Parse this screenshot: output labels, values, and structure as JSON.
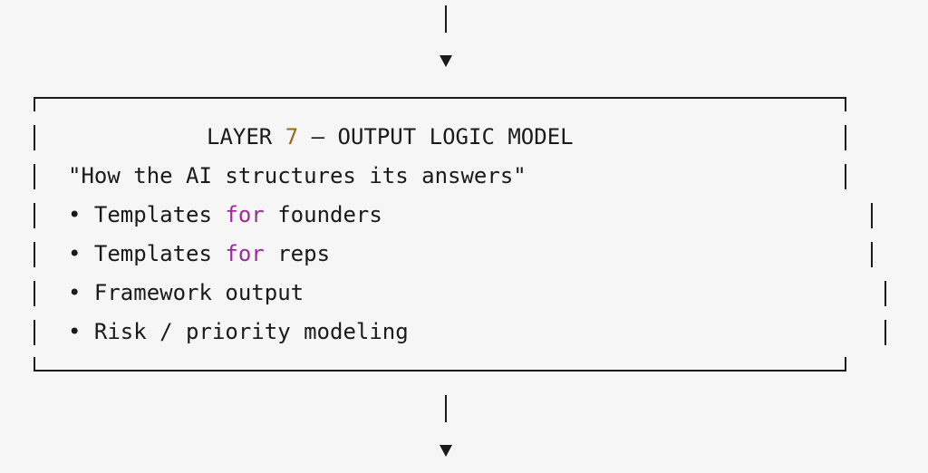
{
  "diagram": {
    "layer_label": "LAYER",
    "layer_number": "7",
    "layer_title": "— OUTPUT LOGIC MODEL",
    "subtitle": "\"How the AI structures its answers\"",
    "bullet": "•",
    "items": [
      {
        "before": "Templates ",
        "keyword": "for",
        "after": " founders"
      },
      {
        "before": "Templates ",
        "keyword": "for",
        "after": " reps"
      },
      {
        "before": "Framework output",
        "keyword": "",
        "after": ""
      },
      {
        "before": "Risk / priority modeling",
        "keyword": "",
        "after": ""
      }
    ]
  },
  "colors": {
    "number": "#9a6a16",
    "keyword": "#a0289c",
    "text": "#1a1a1a",
    "background": "#f6f6f6"
  }
}
